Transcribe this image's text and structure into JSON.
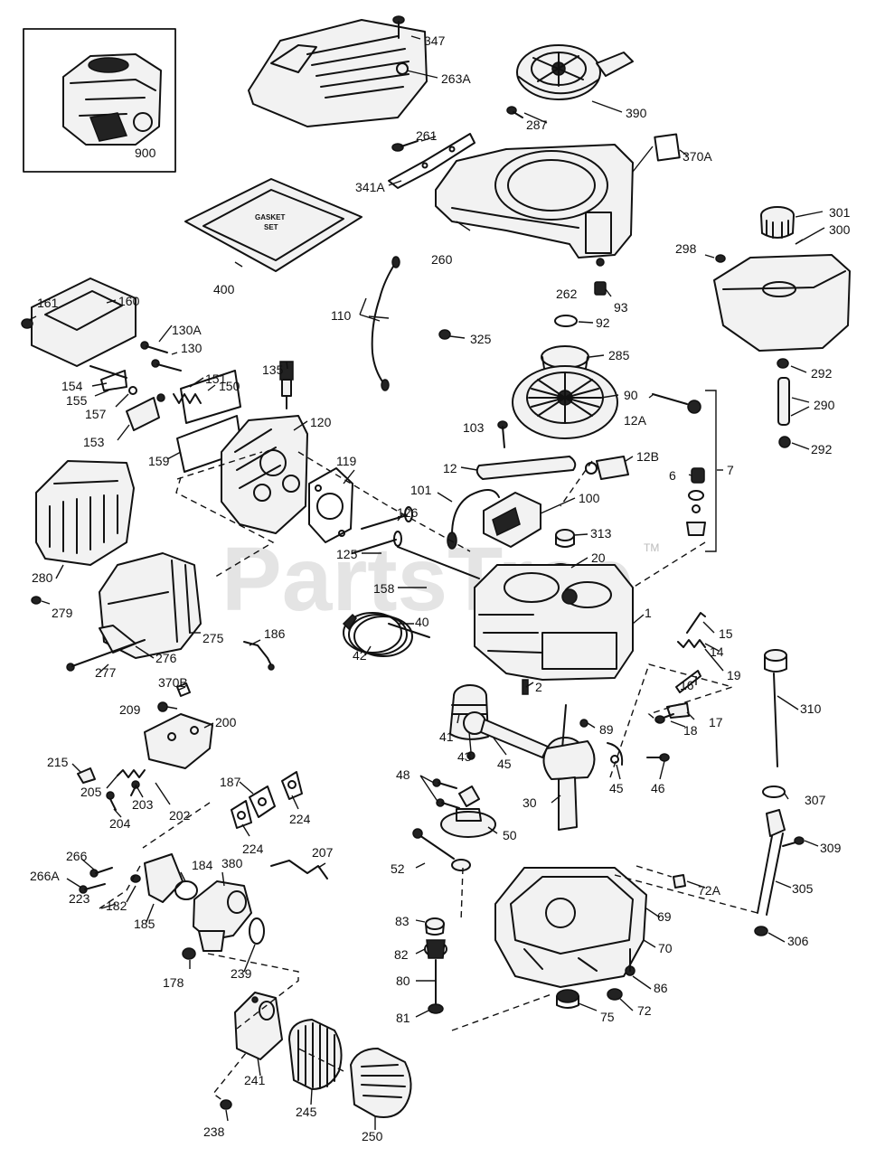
{
  "watermark": {
    "text": "PartsTree",
    "trademark": "TM"
  },
  "gasket_set_text": [
    "GASKET",
    "SET"
  ],
  "labels": {
    "p900": "900",
    "p347": "347",
    "p263A": "263A",
    "p287": "287",
    "p390": "390",
    "p261": "261",
    "p341A": "341A",
    "p370A": "370A",
    "p260": "260",
    "p400": "400",
    "p301": "301",
    "p300": "300",
    "p298": "298",
    "p292a": "292",
    "p290": "290",
    "p292b": "292",
    "p161": "161",
    "p160": "160",
    "p130A": "130A",
    "p130": "130",
    "p110": "110",
    "p262": "262",
    "p93": "93",
    "p92": "92",
    "p325": "325",
    "p285": "285",
    "p154": "154",
    "p155": "155",
    "p157": "157",
    "p151": "151",
    "p150": "150",
    "p135": "135",
    "p120": "120",
    "p153": "153",
    "p159": "159",
    "p90": "90",
    "p12A": "12A",
    "p103": "103",
    "p12B": "12B",
    "p12": "12",
    "p6": "6",
    "p7": "7",
    "p119": "119",
    "p101": "101",
    "p100": "100",
    "p126": "126",
    "p125": "125",
    "p313": "313",
    "p20": "20",
    "p280": "280",
    "p279": "279",
    "p158": "158",
    "p1": "1",
    "p40": "40",
    "p186": "186",
    "p15": "15",
    "p14": "14",
    "p19": "19",
    "p275": "275",
    "p276": "276",
    "p277": "277",
    "p42": "42",
    "p370B": "370B",
    "p16": "16",
    "p310": "310",
    "p209": "209",
    "p200": "200",
    "p2": "2",
    "p17": "17",
    "p18": "18",
    "p89": "89",
    "p41": "41",
    "p43": "43",
    "p215": "215",
    "p45a": "45",
    "p205": "205",
    "p203": "203",
    "p202": "202",
    "p204": "204",
    "p187": "187",
    "p224a": "224",
    "p224b": "224",
    "p48": "48",
    "p45b": "45",
    "p46": "46",
    "p30": "30",
    "p307": "307",
    "p50": "50",
    "p309": "309",
    "p266": "266",
    "p207": "207",
    "p266A": "266A",
    "p184": "184",
    "p380": "380",
    "p52": "52",
    "p72A": "72A",
    "p305": "305",
    "p182": "182",
    "p223": "223",
    "p185": "185",
    "p83": "83",
    "p69": "69",
    "p306": "306",
    "p82": "82",
    "p70": "70",
    "p178": "178",
    "p239": "239",
    "p80": "80",
    "p86": "86",
    "p81": "81",
    "p75": "75",
    "p72": "72",
    "p241": "241",
    "p245": "245",
    "p238": "238",
    "p250": "250"
  }
}
